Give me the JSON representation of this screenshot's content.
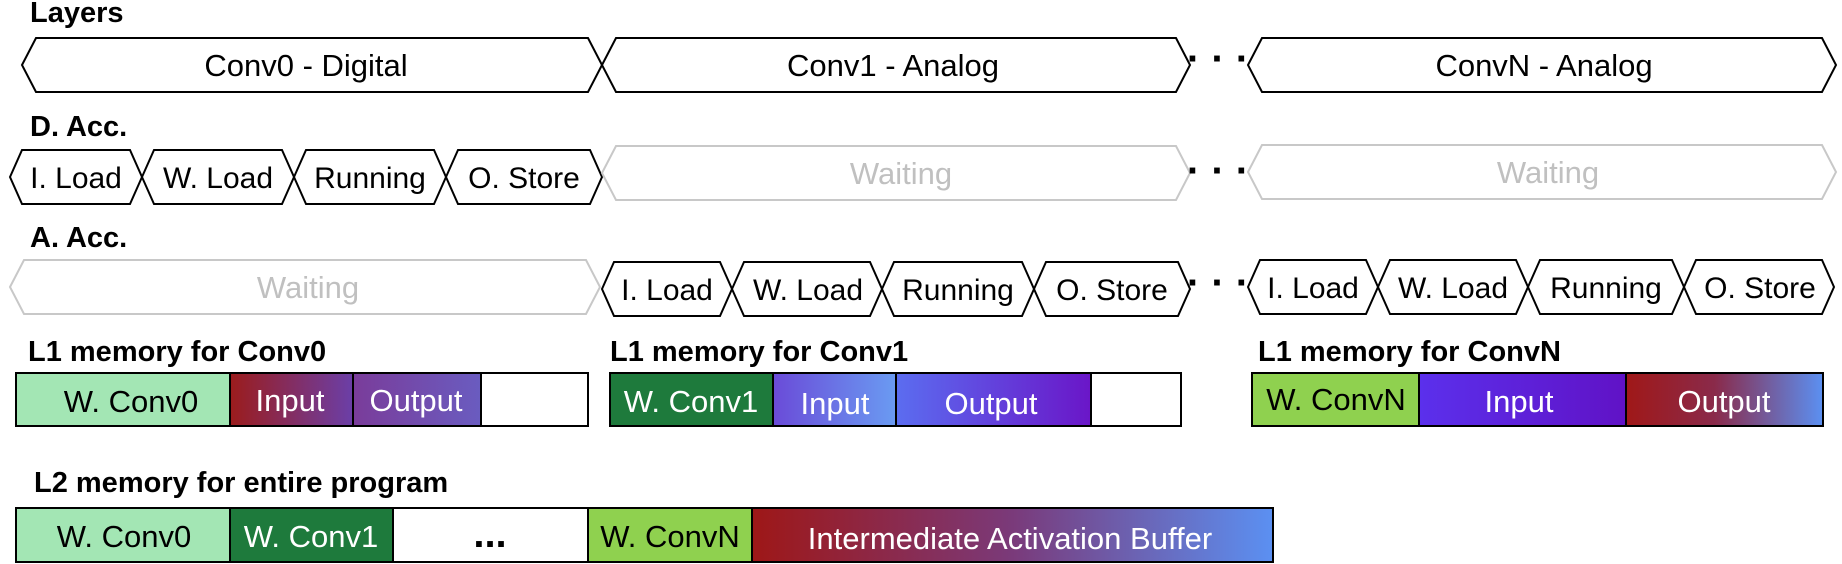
{
  "layers": {
    "heading": "Layers",
    "items": [
      "Conv0 - Digital",
      "Conv1 - Analog",
      "ConvN - Analog"
    ]
  },
  "d_acc": {
    "heading": "D. Acc.",
    "stages": [
      "I. Load",
      "W. Load",
      "Running",
      "O. Store"
    ],
    "waiting": [
      "Waiting",
      "Waiting"
    ]
  },
  "a_acc": {
    "heading": "A. Acc.",
    "waiting": "Waiting",
    "stages_conv1": [
      "I. Load",
      "W. Load",
      "Running",
      "O. Store"
    ],
    "stages_convn": [
      "I. Load",
      "W. Load",
      "Running",
      "O. Store"
    ]
  },
  "l1": {
    "conv0": {
      "heading": "L1 memory for Conv0",
      "cells": [
        "W. Conv0",
        "Input",
        "Output"
      ]
    },
    "conv1": {
      "heading": "L1 memory for Conv1",
      "cells": [
        "W. Conv1",
        "Input",
        "Output"
      ]
    },
    "convn": {
      "heading": "L1 memory for ConvN",
      "cells": [
        "W. ConvN",
        "Input",
        "Output"
      ]
    }
  },
  "l2": {
    "heading": "L2 memory for entire program",
    "cells": [
      "W. Conv0",
      "W. Conv1",
      "W. ConvN",
      "Intermediate Activation Buffer"
    ],
    "ellipsis": "..."
  },
  "colors": {
    "light_green": "#a3e6b4",
    "dark_green": "#1e7a3c",
    "lime_green": "#8fd14f",
    "dark_red": "#9b1c1c",
    "purple": "#5b1fd6",
    "blue": "#5b8ef0",
    "waiting_gray": "#c8c8c8",
    "waiting_text": "#c0c0c0"
  }
}
